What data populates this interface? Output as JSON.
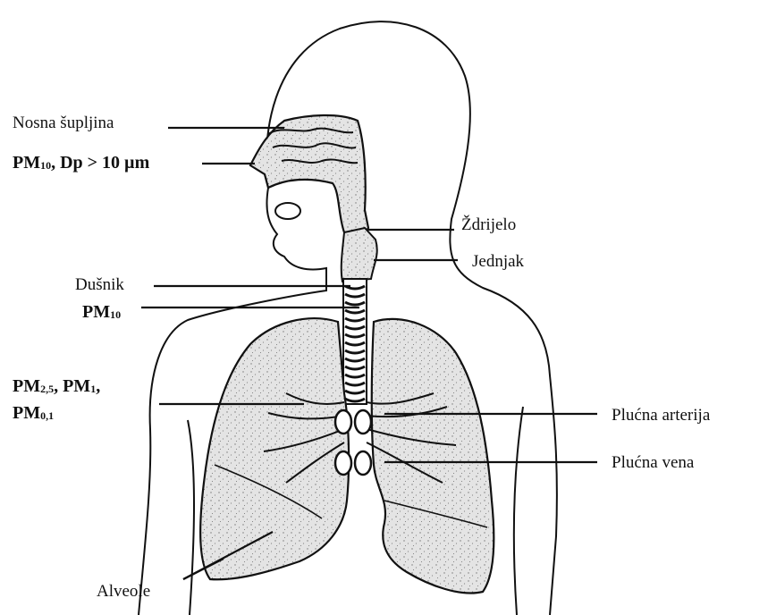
{
  "labels": {
    "nasal_cavity": "Nosna šupljina",
    "pharynx": "Ždrijelo",
    "esophagus": "Jednjak",
    "trachea": "Dušnik",
    "pulmonary_artery": "Plućna arterija",
    "pulmonary_vein": "Plućna vena",
    "alveoli": "Alveole"
  },
  "particles": {
    "coarse": {
      "pm": "PM",
      "sub": "10",
      "rest": ", Dp > 10 µm"
    },
    "tracheal": {
      "pm": "PM",
      "sub": "10"
    },
    "fine_line1": {
      "pm1": "PM",
      "sub1": "2,5",
      "mid": ", PM",
      "sub2": "1",
      "tail": ","
    },
    "fine_line2": {
      "pm": "PM",
      "sub": "0,1"
    }
  },
  "colors": {
    "ink": "#111111",
    "stipple": "#dcdcdc",
    "background": "#ffffff"
  }
}
